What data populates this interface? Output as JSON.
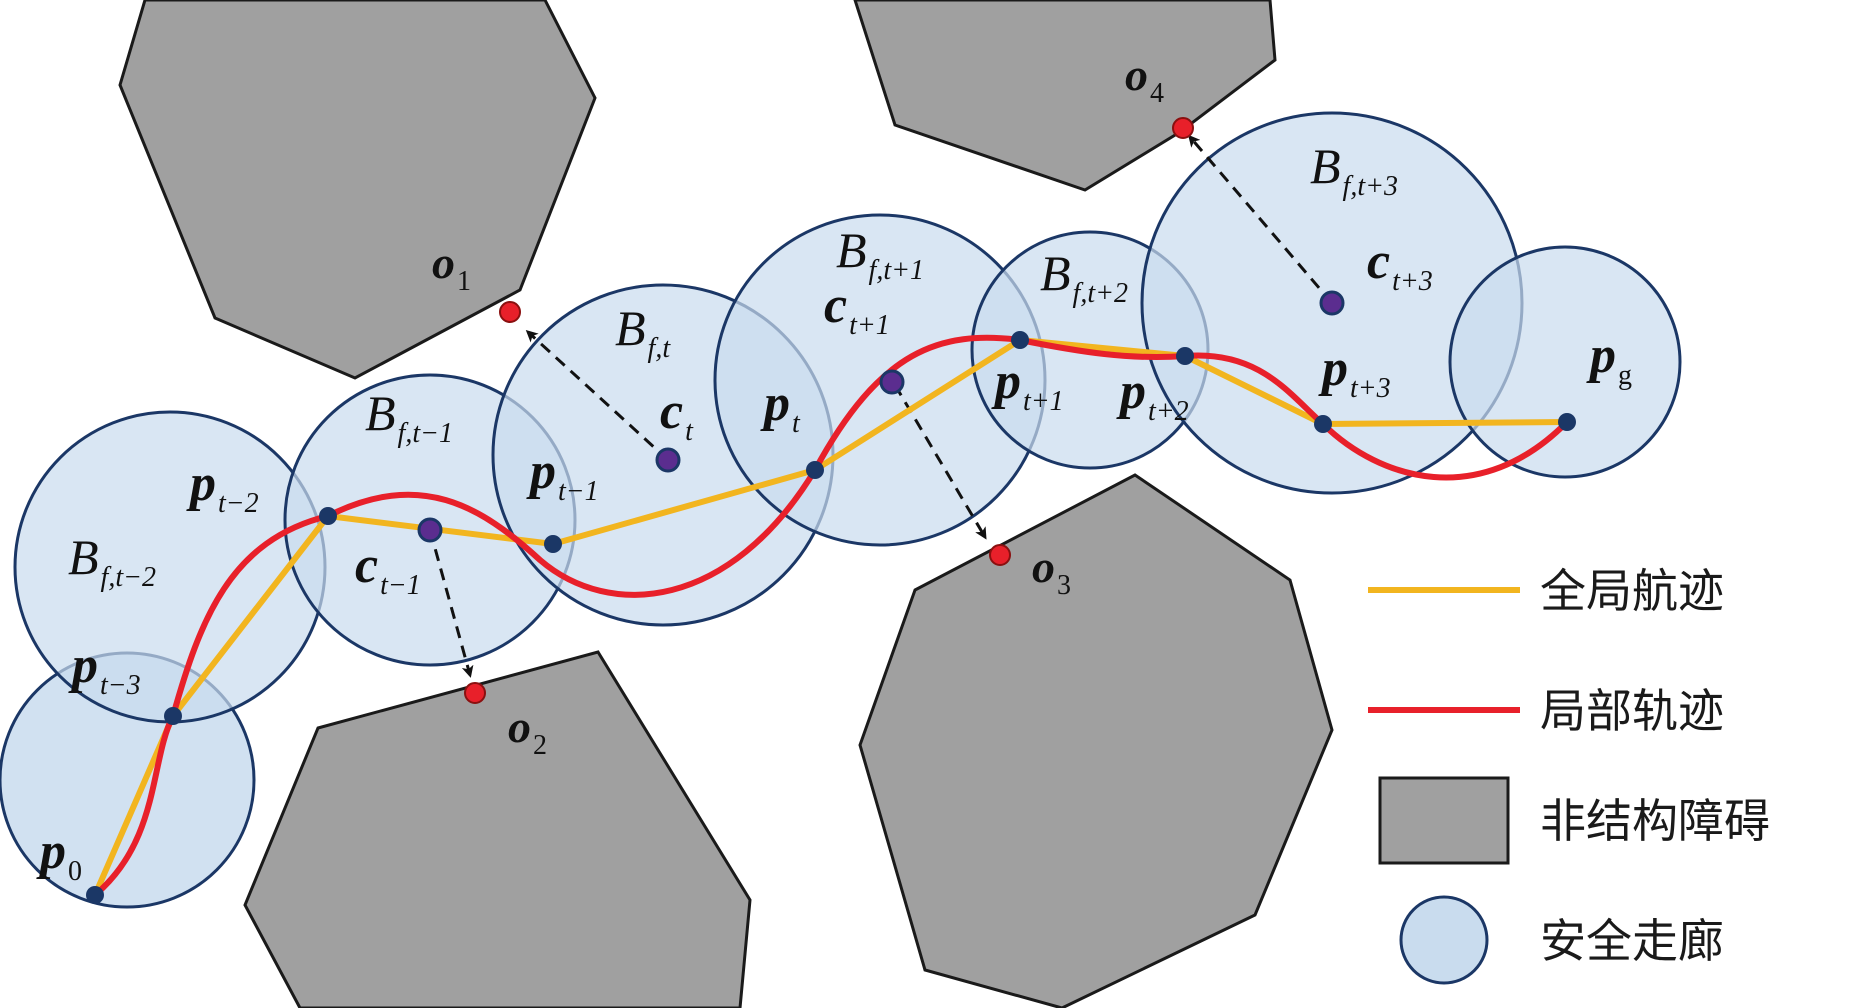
{
  "labels": {
    "o1": {
      "base": "o",
      "sub": "1"
    },
    "o2": {
      "base": "o",
      "sub": "2"
    },
    "o3": {
      "base": "o",
      "sub": "3"
    },
    "o4": {
      "base": "o",
      "sub": "4"
    },
    "p0": {
      "base": "p",
      "sub": "0"
    },
    "pt_3": {
      "base": "p",
      "sub": "t−3"
    },
    "pt_2": {
      "base": "p",
      "sub": "t−2"
    },
    "pt_1": {
      "base": "p",
      "sub": "t−1"
    },
    "pt": {
      "base": "p",
      "sub": "t"
    },
    "pt1": {
      "base": "p",
      "sub": "t+1"
    },
    "pt2": {
      "base": "p",
      "sub": "t+2"
    },
    "pt3": {
      "base": "p",
      "sub": "t+3"
    },
    "pg": {
      "base": "p",
      "sub": "g"
    },
    "ct_1": {
      "base": "c",
      "sub": "t−1"
    },
    "ct": {
      "base": "c",
      "sub": "t"
    },
    "ct1": {
      "base": "c",
      "sub": "t+1"
    },
    "ct3": {
      "base": "c",
      "sub": "t+3"
    },
    "Bt_2": {
      "base": "B",
      "sub": "f,t−2"
    },
    "Bt_1": {
      "base": "B",
      "sub": "f,t−1"
    },
    "Bt": {
      "base": "B",
      "sub": "f,t"
    },
    "Bt1": {
      "base": "B",
      "sub": "f,t+1"
    },
    "Bt2": {
      "base": "B",
      "sub": "f,t+2"
    },
    "Bt3": {
      "base": "B",
      "sub": "f,t+3"
    }
  },
  "legend": {
    "global_path": "全局航迹",
    "local_path": "局部轨迹",
    "obstacle": "非结构障碍",
    "corridor": "安全走廊"
  },
  "colors": {
    "global_path": "#f2b51f",
    "local_path": "#e8202a",
    "obstacle_fill": "#a0a0a0",
    "corridor_fill": "#c9dcee",
    "corridor_stroke": "#1b3766",
    "waypoint": "#1b3766",
    "center": "#5b2d8f",
    "contact_point": "#e8202a"
  }
}
